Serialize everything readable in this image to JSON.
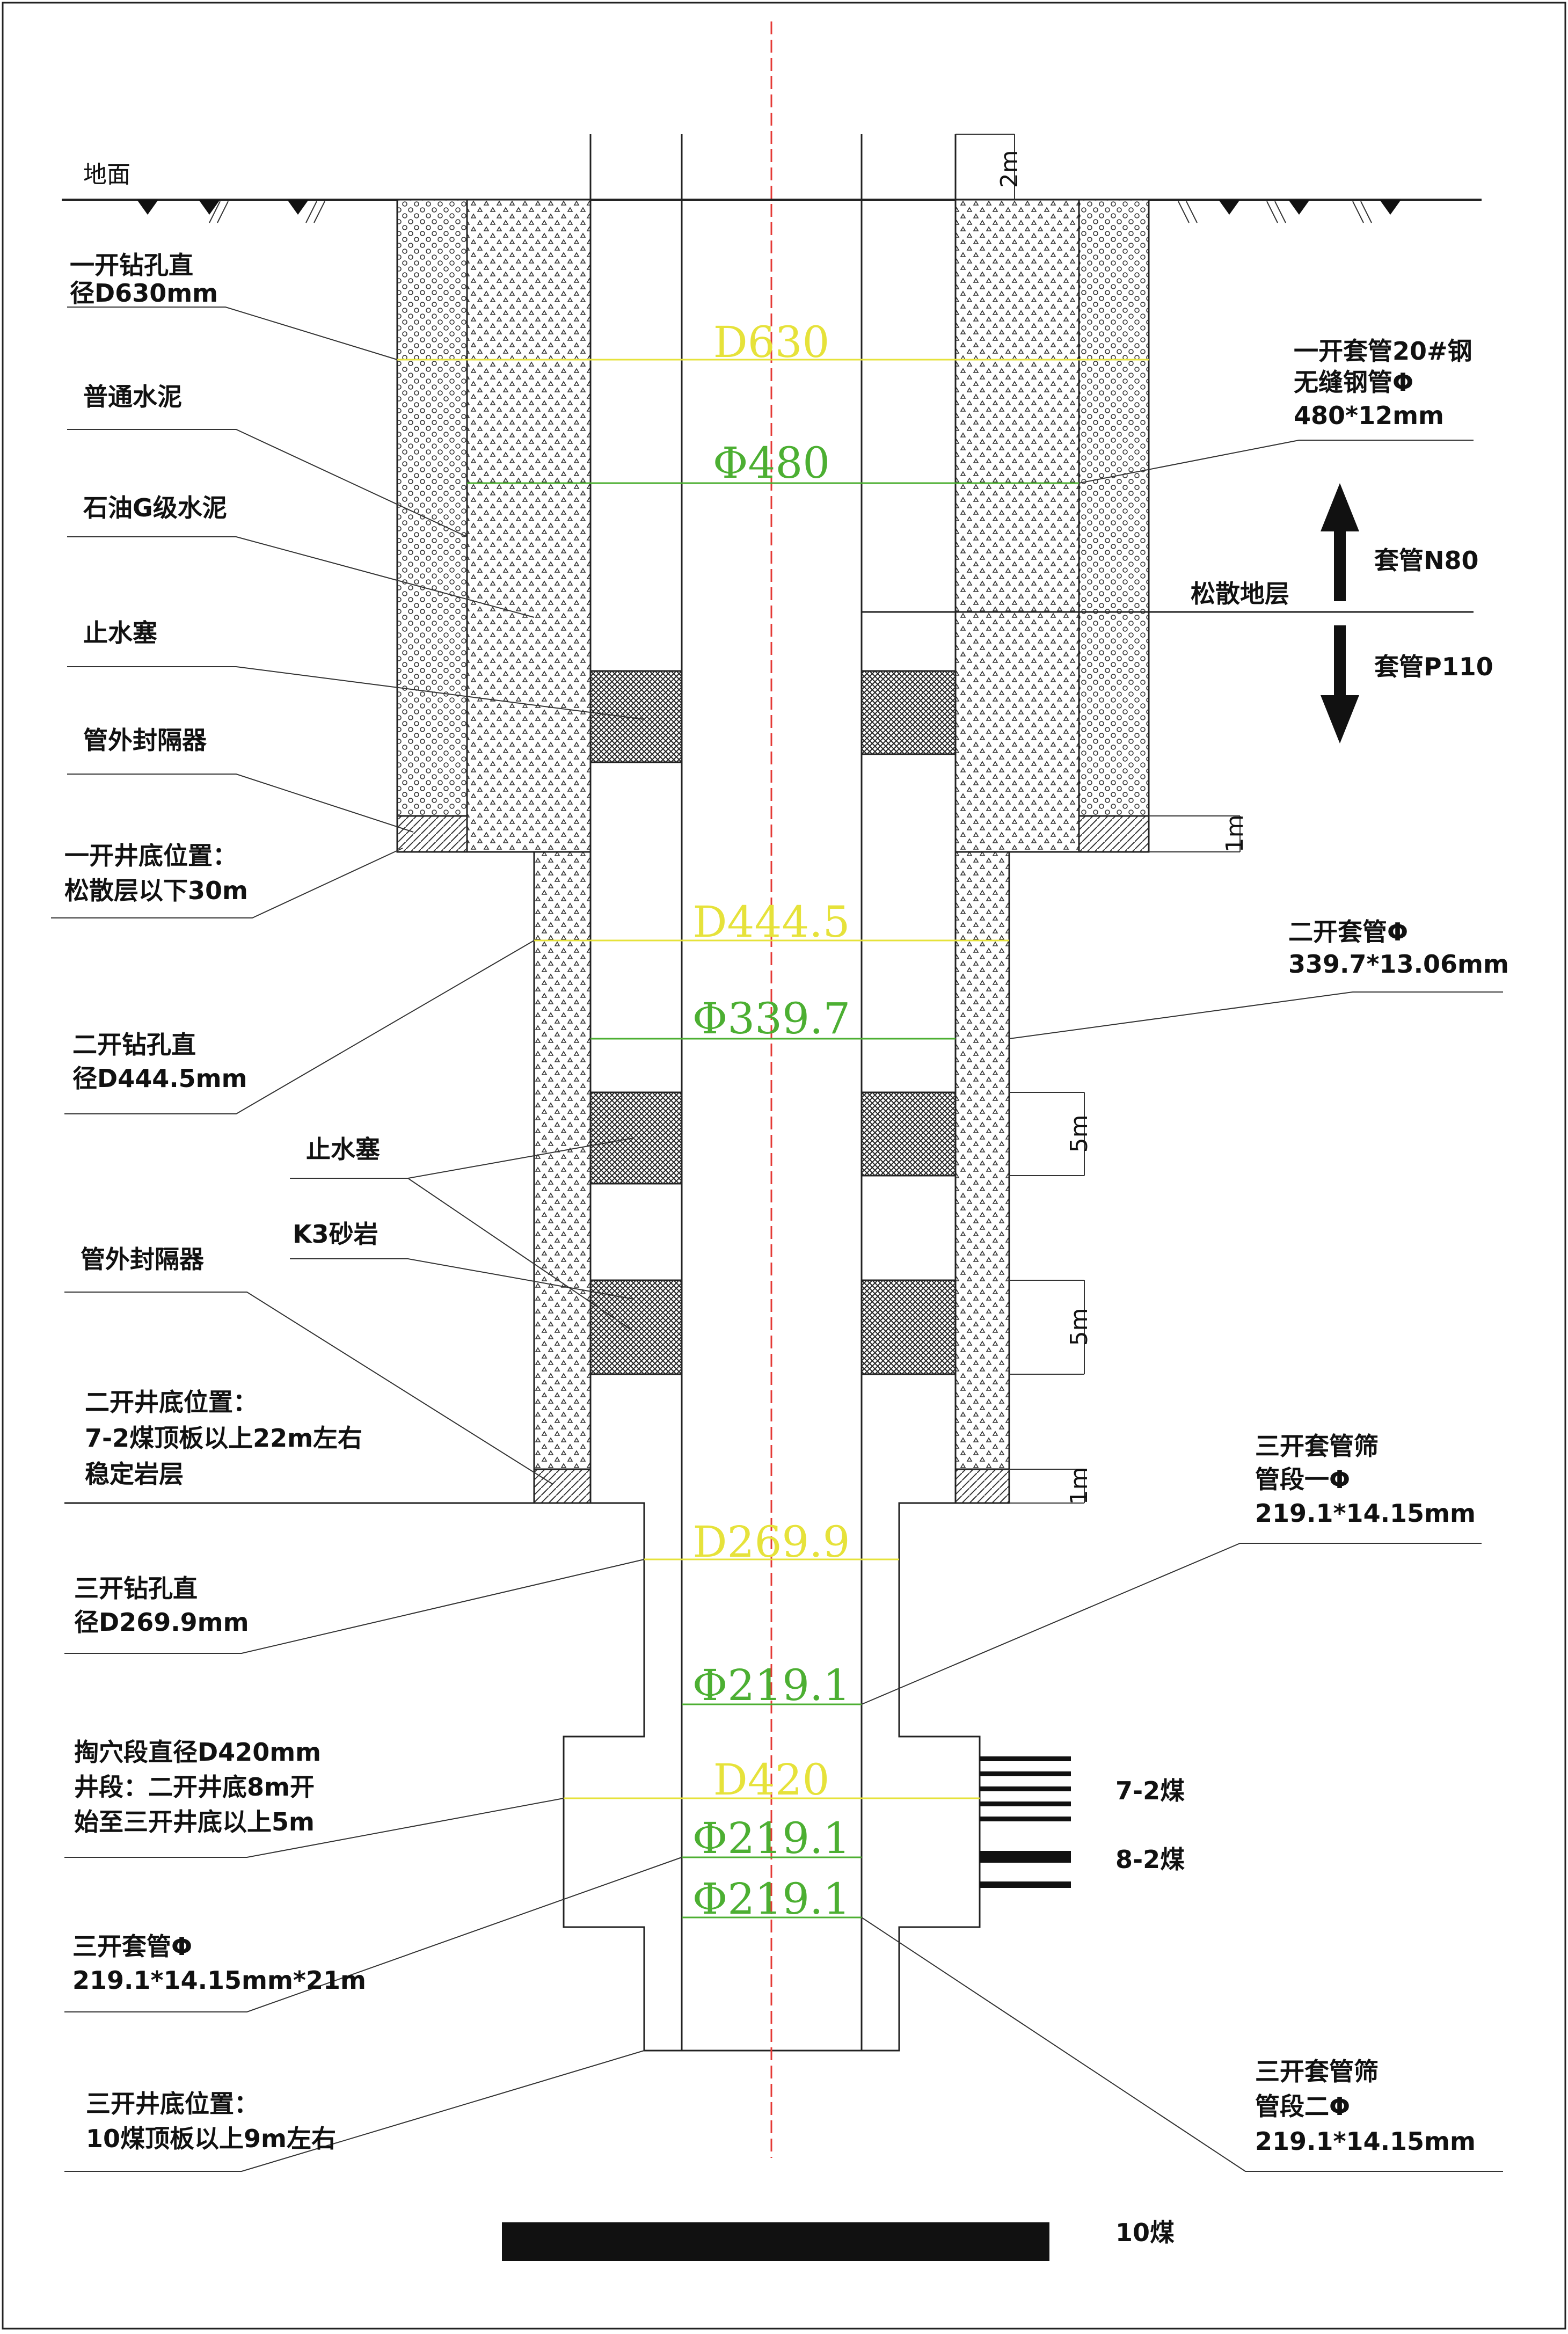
{
  "colors": {
    "d_dimension": "#e6e23a",
    "phi_dimension": "#4caf32",
    "centerline": "#e53935",
    "line": "#222222",
    "fill_dark": "#111111"
  },
  "ground": {
    "label": "地面",
    "height_mark": "2m"
  },
  "left_labels": {
    "hole1_diameter": [
      "一开钻孔直",
      "径D630mm"
    ],
    "ordinary_cement": "普通水泥",
    "oil_g_cement": "石油G级水泥",
    "water_stop_plug_1": "止水塞",
    "external_packer_1": "管外封隔器",
    "hole1_bottom": [
      "一开井底位置：",
      "松散层以下30m"
    ],
    "hole2_diameter": [
      "二开钻孔直",
      "径D444.5mm"
    ],
    "water_stop_plug_2": "止水塞",
    "k3_sandstone": "K3砂岩",
    "external_packer_2": "管外封隔器",
    "hole2_bottom": [
      "二开井底位置：",
      "7-2煤顶板以上22m左右",
      "稳定岩层"
    ],
    "hole3_diameter": [
      "三开钻孔直",
      "径D269.9mm"
    ],
    "cavity_section": [
      "掏穴段直径D420mm",
      "井段：二开井底8m开",
      "始至三开井底以上5m"
    ],
    "casing3": [
      "三开套管Φ",
      "219.1*14.15mm*21m"
    ],
    "hole3_bottom": [
      "三开井底位置：",
      "10煤顶板以上9m左右"
    ]
  },
  "right_labels": {
    "casing1": [
      "一开套管20#钢",
      "无缝钢管Φ",
      "480*12mm"
    ],
    "casing_n80": "套管N80",
    "loose_stratum": "松散地层",
    "casing_p110": "套管P110",
    "casing2": [
      "二开套管Φ",
      "339.7*13.06mm"
    ],
    "screen1": [
      "三开套管筛",
      "管段一Φ",
      "219.1*14.15mm"
    ],
    "screen2": [
      "三开套管筛",
      "管段二Φ",
      "219.1*14.15mm"
    ],
    "coal_72": "7-2煤",
    "coal_82": "8-2煤",
    "coal_10": "10煤"
  },
  "dimension_marks": {
    "d630": "D630",
    "phi480": "Φ480",
    "d4445": "D444.5",
    "phi3397": "Φ339.7",
    "d2699": "D269.9",
    "phi2191_a": "Φ219.1",
    "d420": "D420",
    "phi2191_b": "Φ219.1",
    "phi2191_c": "Φ219.1",
    "m1_a": "1m",
    "m5_a": "5m",
    "m5_b": "5m",
    "m1_b": "1m"
  },
  "icons": {
    "ground_symbols": "ground-hatch-icon",
    "arrow_up": "arrow-up-icon",
    "arrow_down": "arrow-down-icon"
  }
}
